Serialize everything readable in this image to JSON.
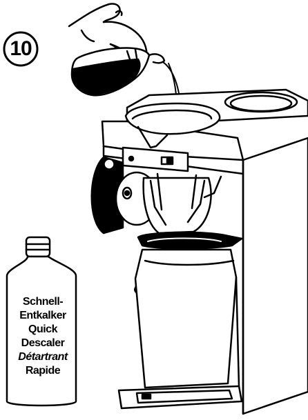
{
  "step": {
    "number": "10"
  },
  "bottle": {
    "label_lines": [
      "Schnell-",
      "Entkalker",
      "Quick",
      "Descaler",
      "Détartrant",
      "Rapide"
    ]
  },
  "colors": {
    "ink": "#000000",
    "paper": "#ffffff",
    "liquid": "#000000"
  },
  "icons": {
    "hand": "hand-icon",
    "jug": "measuring-jug-icon",
    "bottle": "descaler-bottle-icon",
    "machine": "coffee-machine-icon"
  }
}
